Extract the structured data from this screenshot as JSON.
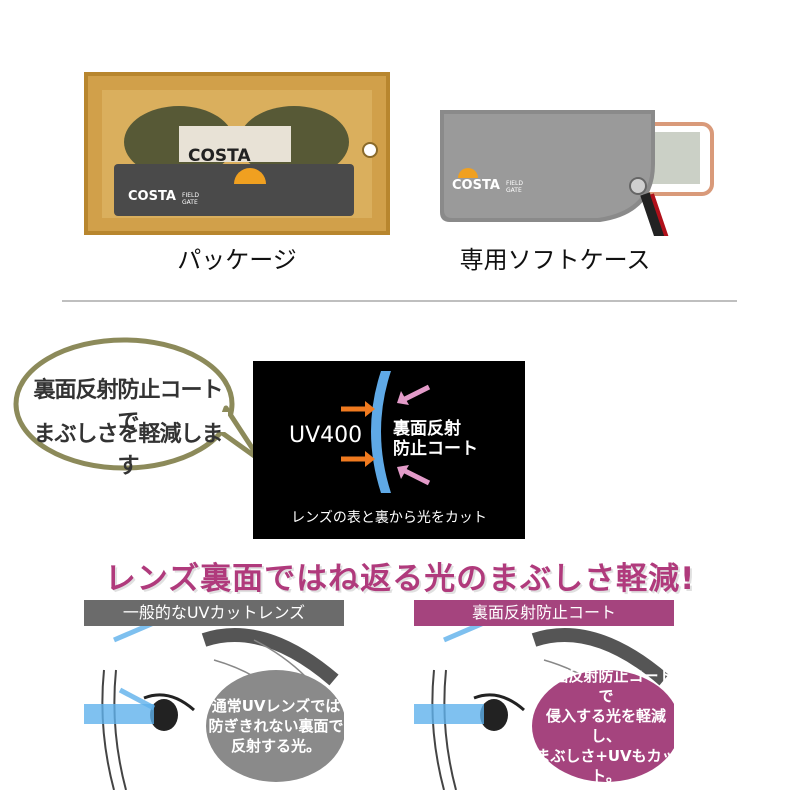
{
  "products": {
    "package": {
      "caption": "パッケージ",
      "logo_text": "COSTA",
      "logo_sub": "FIELD GATE"
    },
    "soft_case": {
      "caption": "専用ソフトケース",
      "logo_text": "COSTA",
      "logo_sub": "FIELD GATE"
    }
  },
  "bubble": {
    "line1": "裏面反射防止コートで",
    "line2": "まぶしさを軽減します"
  },
  "lens_panel": {
    "uv_label": "UV400",
    "coat_line1": "裏面反射",
    "coat_line2": "防止コート",
    "footer": "レンズの表と裏から光をカット"
  },
  "headline": "レンズ裏面ではね返る光のまぶしさ軽減!",
  "comparison": {
    "normal": {
      "header": "一般的なUVカットレンズ",
      "note_line1": "通常UVレンズでは",
      "note_line2": "防ぎきれない裏面で",
      "note_line3": "反射する光。"
    },
    "coated": {
      "header": "裏面反射防止コート",
      "note_line1": "裏面反射防止コートで",
      "note_line2": "侵入する光を軽減し、",
      "note_line3": "まぶしさ+UVもカット。"
    }
  },
  "colors": {
    "headline": "#b03a7c",
    "normal_header": "#6b6b6b",
    "coated_header": "#a5447e",
    "normal_note": "#8a8a8a",
    "coated_note": "#a5447e",
    "bubble_border": "#8c8a5a",
    "arrow_orange": "#f07a1f",
    "arrow_pink": "#e39bc9",
    "lens_blue": "#5fa9e6"
  }
}
